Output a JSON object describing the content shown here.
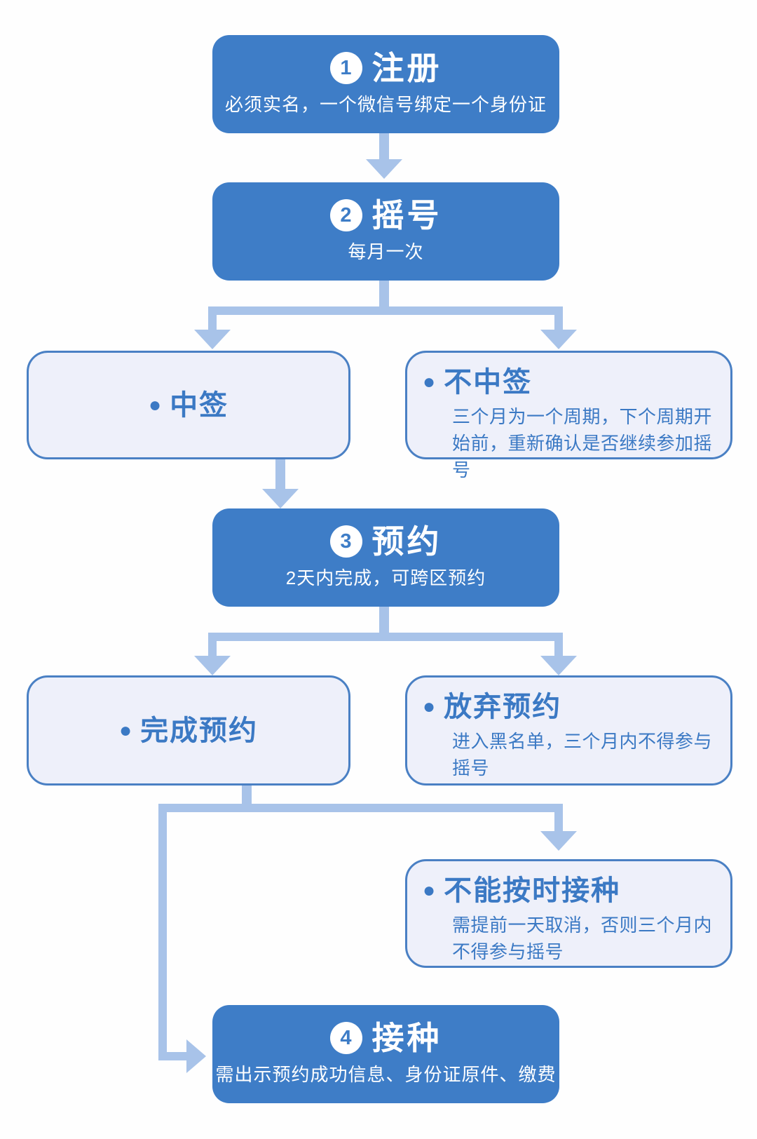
{
  "colors": {
    "primary": "#3e7dc7",
    "arrow": "#a8c3e9",
    "light_bg": "#eef0fa",
    "light_border": "#4a80c4",
    "on_primary": "#ffffff",
    "accent_text": "#3b79c4",
    "page_bg": "#fefefe"
  },
  "flow": {
    "step1": {
      "number": "1",
      "title": "注册",
      "subtitle": "必须实名，一个微信号绑定一个身份证"
    },
    "step2": {
      "number": "2",
      "title": "摇号",
      "subtitle": "每月一次"
    },
    "branch_win": {
      "bullet": "●",
      "title": "中签"
    },
    "branch_lose": {
      "bullet": "●",
      "title": "不中签",
      "description": "三个月为一个周期，下个周期开始前，重新确认是否继续参加摇号"
    },
    "step3": {
      "number": "3",
      "title": "预约",
      "subtitle": "2天内完成，可跨区预约"
    },
    "branch_complete": {
      "bullet": "●",
      "title": "完成预约"
    },
    "branch_abandon": {
      "bullet": "●",
      "title": "放弃预约",
      "description": "进入黑名单，三个月内不得参与摇号"
    },
    "branch_miss": {
      "bullet": "●",
      "title": "不能按时接种",
      "description": "需提前一天取消，否则三个月内不得参与摇号"
    },
    "step4": {
      "number": "4",
      "title": "接种",
      "subtitle": "需出示预约成功信息、身份证原件、缴费"
    }
  }
}
